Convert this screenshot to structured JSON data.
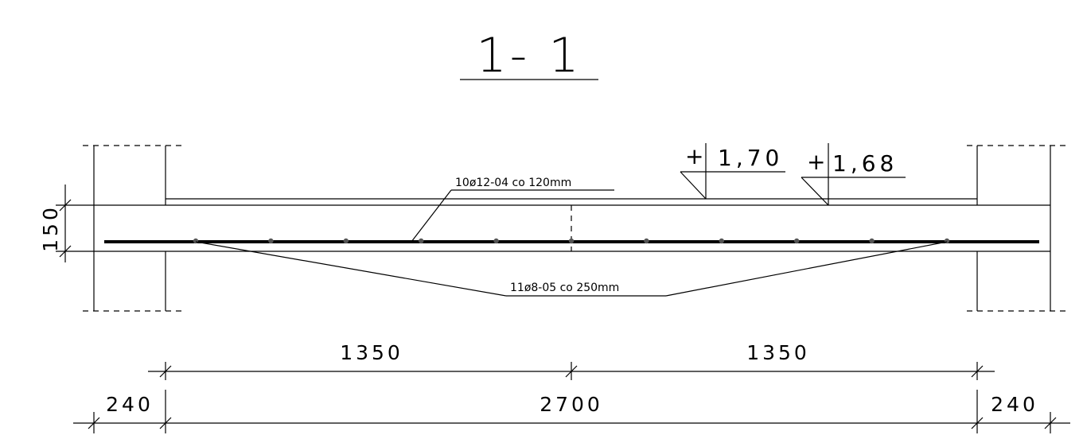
{
  "title": "1- 1",
  "thickness_label": "150",
  "rebar_top": {
    "label": "10ø12-04 co 120mm"
  },
  "rebar_bottom": {
    "label": "11ø8-05 co 250mm"
  },
  "levels": [
    {
      "sign": "+",
      "value": "1,70"
    },
    {
      "sign": "+",
      "value": "1,68"
    }
  ],
  "dimensions": {
    "upper": [
      "1350",
      "1350"
    ],
    "lower": [
      "240",
      "2700",
      "240"
    ]
  },
  "bar_dot_count": 11
}
